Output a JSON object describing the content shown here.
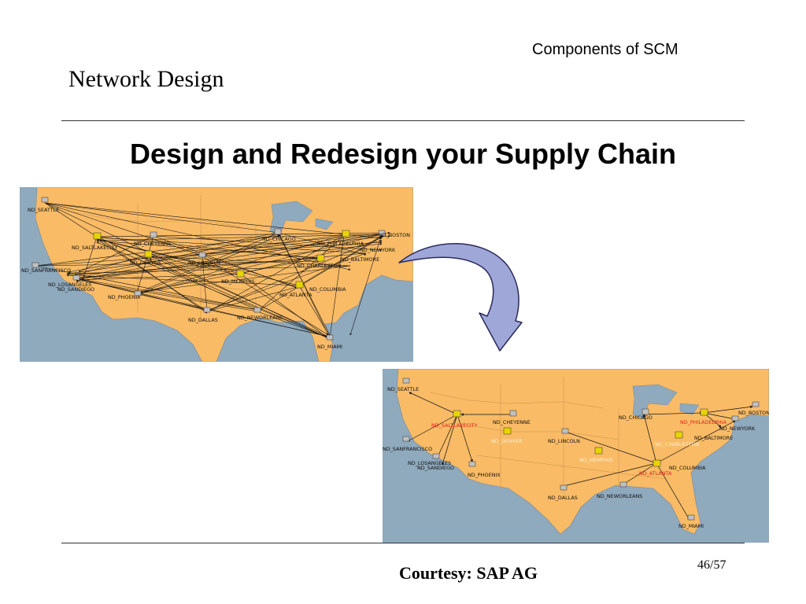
{
  "header": {
    "course_title": "Components of  SCM",
    "section_title": "Network Design"
  },
  "slide": {
    "title": "Design and Redesign your Supply Chain",
    "courtesy": "Courtesy: SAP AG",
    "page_number": "46/57"
  },
  "colors": {
    "land": "#f9bb66",
    "water": "#8fa9bd",
    "arrow_fill": "#9fa7d8",
    "red_label": "#e0201a"
  },
  "map_before": {
    "labels": {
      "seattle": "ND_SEATTLE",
      "saltlakecity": "ND_SALTLAKECITY",
      "cheyenne": "ND_CHEYENNE",
      "denver": "ND_DENVER",
      "lincoln": "ND_LINCOLN",
      "chicago": "ND_CHICAGO",
      "philadelphia": "ND_PHILADELPHIA",
      "boston": "ND_BOSTON",
      "newyork": "ND_NEWYORK",
      "baltimore": "ND_BALTIMORE",
      "charleston": "ND_CHARLESTON",
      "sanfrancisco": "ND_SANFRANCISCO",
      "losangeles": "ND_LOSANGELES",
      "sandiego": "ND_SANDIEGO",
      "phoenix": "ND_PHOENIX",
      "memphis": "ND_MEMPHIS",
      "atlanta": "ND_ATLANTA",
      "columbia": "ND_COLUMBIA",
      "dallas": "ND_DALLAS",
      "neworleans": "ND_NEWORLEANS",
      "miami": "ND_MIAMI"
    }
  },
  "map_after": {
    "labels": {
      "seattle": "ND_SEATTLE",
      "saltlakecity": "ND_SALTLAKECITY",
      "cheyenne": "ND_CHEYENNE",
      "denver": "ND_DENVER",
      "lincoln": "ND_LINCOLN",
      "chicago": "ND_CHICAGO",
      "philadelphia": "ND_PHILADELPHIA",
      "boston": "ND_BOSTON",
      "newyork": "ND_NEWYORK",
      "baltimore": "ND_BALTIMORE",
      "charleston": "ND_CHARLESTON",
      "sanfrancisco": "ND_SANFRANCISCO",
      "losangeles": "ND_LOSANGELES",
      "sandiego": "ND_SANDIEGO",
      "phoenix": "ND_PHOENIX",
      "memphis": "ND_MEMPHIS",
      "atlanta": "ND_ATLANTA",
      "columbia": "ND_COLUMBIA",
      "dallas": "ND_DALLAS",
      "neworleans": "ND_NEWORLEANS",
      "miami": "ND_MIAMI"
    }
  }
}
